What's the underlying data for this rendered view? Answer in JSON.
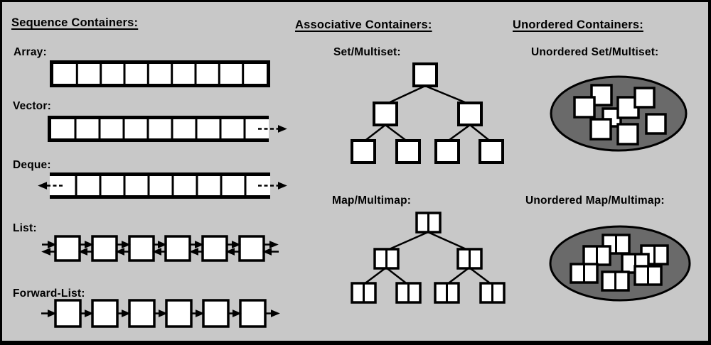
{
  "colors": {
    "background": "#c8c8c8",
    "outline": "#000000",
    "cell_fill": "#ffffff",
    "bucket_fill": "#6a6a6a"
  },
  "sections": [
    {
      "heading": "Sequence Containers:",
      "items": [
        {
          "label": "Array:",
          "cells": 9,
          "open_ends": []
        },
        {
          "label": "Vector:",
          "cells": 9,
          "open_ends": [
            "right"
          ],
          "growth_arrow": "dashed-right"
        },
        {
          "label": "Deque:",
          "cells": 9,
          "open_ends": [
            "left",
            "right"
          ],
          "growth_arrow": "dashed-both"
        },
        {
          "label": "List:",
          "nodes": 6,
          "links": "bidirectional"
        },
        {
          "label": "Forward-List:",
          "nodes": 6,
          "links": "forward-only"
        }
      ]
    },
    {
      "heading": "Associative Containers:",
      "items": [
        {
          "label": "Set/Multiset:",
          "structure": "binary-tree",
          "nodes": 7,
          "levels": 3,
          "cells_per_node": 1
        },
        {
          "label": "Map/Multimap:",
          "structure": "binary-tree",
          "nodes": 7,
          "levels": 3,
          "cells_per_node": 2
        }
      ]
    },
    {
      "heading": "Unordered Containers:",
      "items": [
        {
          "label": "Unordered Set/Multiset:",
          "structure": "hash-bucket",
          "elements": 8,
          "cells_per_element": 1
        },
        {
          "label": "Unordered Map/Multimap:",
          "structure": "hash-bucket",
          "elements": 7,
          "cells_per_element": 2
        }
      ]
    }
  ]
}
